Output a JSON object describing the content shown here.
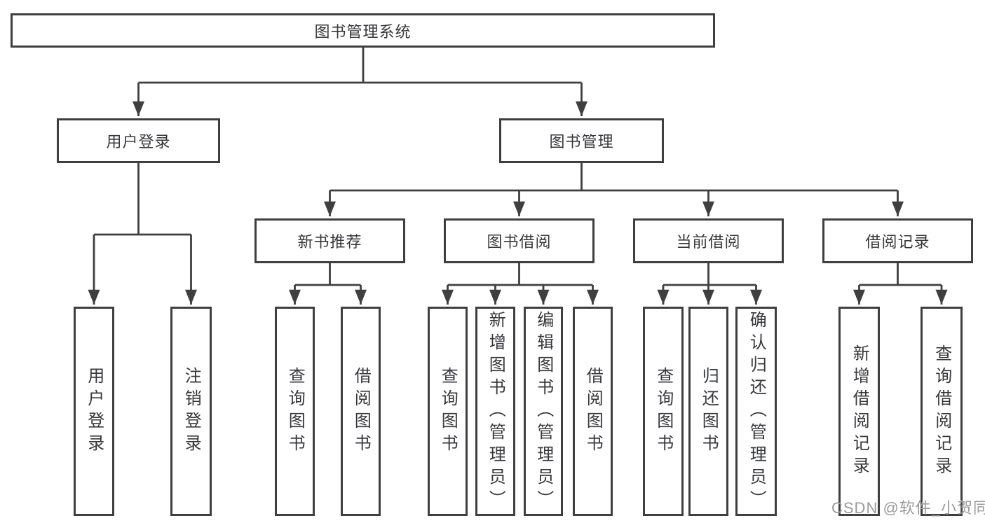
{
  "diagram": {
    "title": "图书管理系统",
    "root": {
      "label": "图书管理系统"
    },
    "level2": {
      "user_login": {
        "label": "用户登录"
      },
      "book_mgmt": {
        "label": "图书管理"
      }
    },
    "level3": {
      "new_book_rec": {
        "label": "新书推荐"
      },
      "book_borrow": {
        "label": "图书借阅"
      },
      "current_borrow": {
        "label": "当前借阅"
      },
      "borrow_record": {
        "label": "借阅记录"
      }
    },
    "leaves": [
      {
        "parent": "用户登录",
        "label": "用户登录"
      },
      {
        "parent": "用户登录",
        "label": "注销登录"
      },
      {
        "parent": "新书推荐",
        "label": "查询图书"
      },
      {
        "parent": "新书推荐",
        "label": "借阅图书"
      },
      {
        "parent": "图书借阅",
        "label": "查询图书"
      },
      {
        "parent": "图书借阅",
        "label": "新增图书（管理员）"
      },
      {
        "parent": "图书借阅",
        "label": "编辑图书（管理员）"
      },
      {
        "parent": "图书借阅",
        "label": "借阅图书"
      },
      {
        "parent": "当前借阅",
        "label": "查询图书"
      },
      {
        "parent": "当前借阅",
        "label": "归还图书"
      },
      {
        "parent": "当前借阅",
        "label": "确认归还（管理员）"
      },
      {
        "parent": "借阅记录",
        "label": "新增借阅记录"
      },
      {
        "parent": "借阅记录",
        "label": "查询借阅记录"
      }
    ],
    "colors": {
      "line": "#3f3f3f",
      "text": "#37383c",
      "background": "#ffffff",
      "watermark": "#9b9b9b"
    }
  },
  "watermark": {
    "text": "CSDN @软件_小贺同学"
  }
}
